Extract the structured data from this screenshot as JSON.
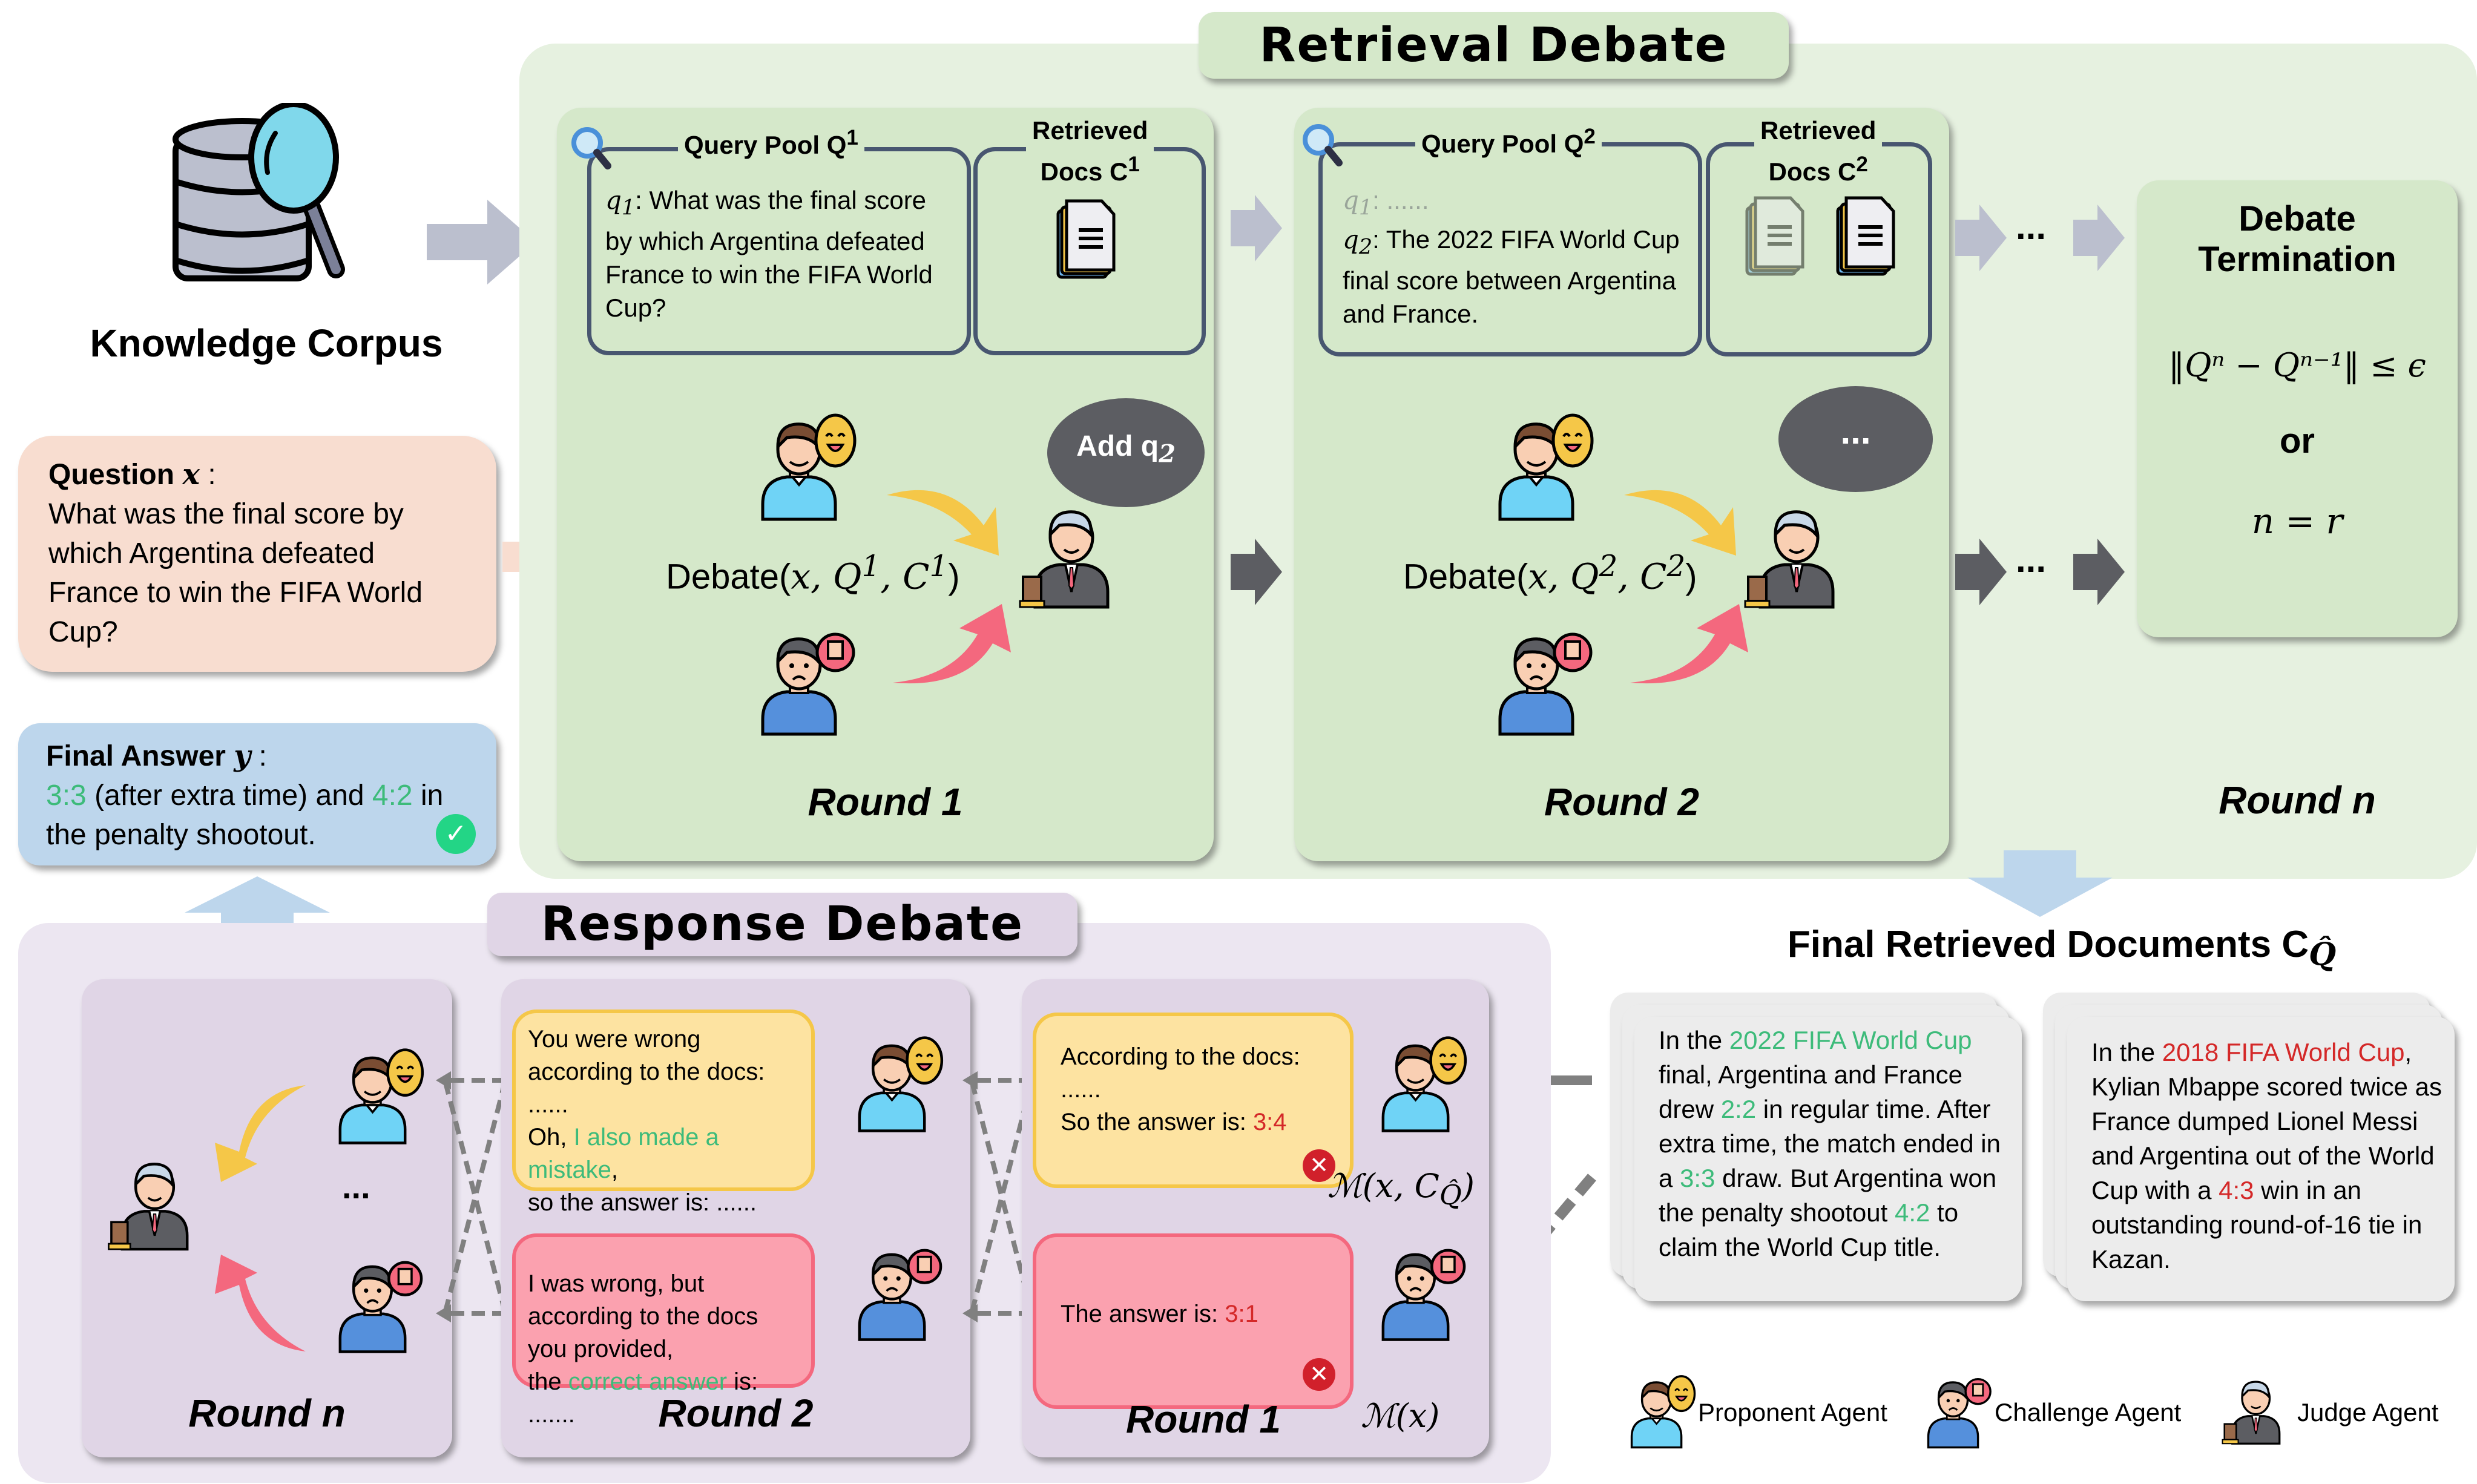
{
  "knowledge_corpus": {
    "label": "Knowledge Corpus",
    "icon": "database-search-icon"
  },
  "question": {
    "label": "Question",
    "var": "x",
    "text": "What was the final score by which Argentina defeated France to win the FIFA World Cup?"
  },
  "final_answer": {
    "label": "Final Answer",
    "var": "y",
    "score_extra_time": "3:3",
    "text_mid": "(after extra time) and",
    "score_penalty": "4:2",
    "text_end": "in the penalty shootout.",
    "status_icon": "check-circle-icon"
  },
  "retrieval_debate": {
    "title": "Retrieval Debate",
    "rounds": [
      {
        "label": "Round 1",
        "query_pool_title": "Query Pool Q",
        "query_pool_sup": "1",
        "docs_title_line1": "Retrieved",
        "docs_title_line2": "Docs C",
        "docs_sup": "1",
        "queries": [
          {
            "id": "q",
            "sub": "1",
            "text": ": What was the final score by which Argentina defeated France to win the FIFA World Cup?",
            "faded": false
          }
        ],
        "debate_fn": "Debate(",
        "debate_args": "x, Q",
        "debate_sup1": "1",
        "debate_args2": ", C",
        "debate_sup2": "1",
        "judge_speech": "Add q",
        "judge_speech_sub": "2"
      },
      {
        "label": "Round 2",
        "query_pool_title": "Query Pool Q",
        "query_pool_sup": "2",
        "docs_title_line1": "Retrieved",
        "docs_title_line2": "Docs C",
        "docs_sup": "2",
        "queries": [
          {
            "id": "q",
            "sub": "1",
            "text": ": ......",
            "faded": true
          },
          {
            "id": "q",
            "sub": "2",
            "text": ": The 2022 FIFA World Cup final score between Argentina and France.",
            "faded": false
          }
        ],
        "debate_fn": "Debate(",
        "debate_args": "x, Q",
        "debate_sup1": "2",
        "debate_args2": ", C",
        "debate_sup2": "2",
        "judge_speech": "..."
      }
    ],
    "ellipsis": "...",
    "round_n_label": "Round n",
    "termination": {
      "title_line1": "Debate",
      "title_line2": "Termination",
      "condition1": "‖Qⁿ − Qⁿ⁻¹‖ ≤ ϵ",
      "or": "or",
      "condition2": "n = r"
    }
  },
  "final_docs": {
    "title": "Final Retrieved Documents C",
    "title_sub": "Q̂",
    "docs": [
      {
        "segments": [
          {
            "t": "In the ",
            "c": ""
          },
          {
            "t": "2022 FIFA World Cup",
            "c": "green"
          },
          {
            "t": " final, Argentina and France drew ",
            "c": ""
          },
          {
            "t": "2:2",
            "c": "green"
          },
          {
            "t": " in regular time. After extra time, the match ended in a ",
            "c": ""
          },
          {
            "t": "3:3",
            "c": "green"
          },
          {
            "t": " draw. But Argentina won the penalty shootout ",
            "c": ""
          },
          {
            "t": "4:2",
            "c": "green"
          },
          {
            "t": " to claim the World Cup title.",
            "c": ""
          }
        ]
      },
      {
        "segments": [
          {
            "t": "In the ",
            "c": ""
          },
          {
            "t": "2018 FIFA World Cup",
            "c": "red"
          },
          {
            "t": ", Kylian Mbappe scored twice as France dumped Lionel Messi and Argentina out of the World Cup with a ",
            "c": ""
          },
          {
            "t": "4:3",
            "c": "red"
          },
          {
            "t": " win in an outstanding round-of-16 tie in Kazan.",
            "c": ""
          }
        ]
      }
    ]
  },
  "response_debate": {
    "title": "Response Debate",
    "rounds": [
      {
        "label": "Round 1",
        "proponent_bubble": {
          "line1": "According to the docs:",
          "line2": "......",
          "line3": "So the answer is: ",
          "answer": "3:4",
          "status": "wrong"
        },
        "challenger_bubble": {
          "line1": "The answer is: ",
          "answer": "3:1",
          "status": "wrong"
        },
        "proponent_model": "ℳ(x, C",
        "proponent_model_sub": "Q̂",
        "challenger_model": "ℳ(x)"
      },
      {
        "label": "Round 2",
        "proponent_bubble": {
          "line1": "You were wrong according to the docs: ......",
          "line2_pre": "Oh, ",
          "line2_hl": "I also made a mistake",
          "line2_post": ",",
          "line3": "so the answer is: ......"
        },
        "challenger_bubble": {
          "line1": "I was wrong, but according to the docs you provided,",
          "line2_pre": "the ",
          "line2_hl": "correct answer",
          "line2_post": " is: ......."
        }
      },
      {
        "label": "Round n",
        "ellipsis": "..."
      }
    ]
  },
  "legend": [
    {
      "label": "Proponent Agent",
      "icon": "proponent-agent-icon"
    },
    {
      "label": "Challenge Agent",
      "icon": "challenge-agent-icon"
    },
    {
      "label": "Judge Agent",
      "icon": "judge-agent-icon"
    }
  ],
  "colors": {
    "retrieval_bg": "#e6f1e0",
    "round_card": "#d5e8ca",
    "response_bg": "#ece6f1",
    "response_card": "#e0d5e6",
    "question_bg": "#f8ddd0",
    "answer_bg": "#bdd6ec",
    "correct": "#3dbb7a",
    "wrong": "#d42828",
    "proponent_bubble": "#fde3a1",
    "challenger_bubble": "#fba1af"
  }
}
